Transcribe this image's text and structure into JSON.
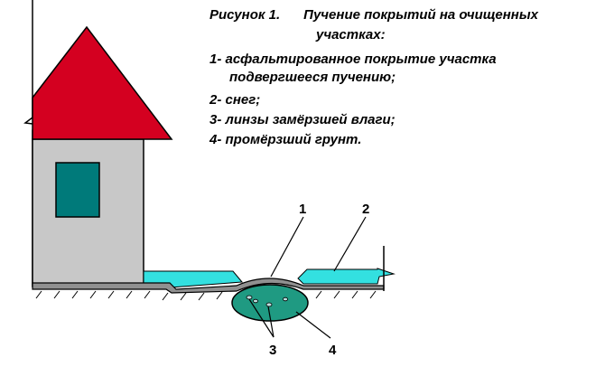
{
  "caption": {
    "prefix": "Рисунок   1.",
    "title_line1": "Пучение покрытий на очищенных",
    "title_line2": "участках:",
    "items": [
      {
        "line1": "1- асфальтированное покрытие участка",
        "line2": "подвергшееся пучению;"
      },
      {
        "line1": "2- снег;"
      },
      {
        "line1": "3- линзы замёрзшей влаги;"
      },
      {
        "line1": "4- промёрзший грунт."
      }
    ]
  },
  "labels": [
    "1",
    "2",
    "3",
    "4"
  ],
  "colors": {
    "roof": "#d40020",
    "wall": "#c8c8c8",
    "window": "#007a7a",
    "snow": "#33e0e0",
    "asphalt": "#909090",
    "frozen_ground": "#1f9a82",
    "line": "#000000"
  }
}
